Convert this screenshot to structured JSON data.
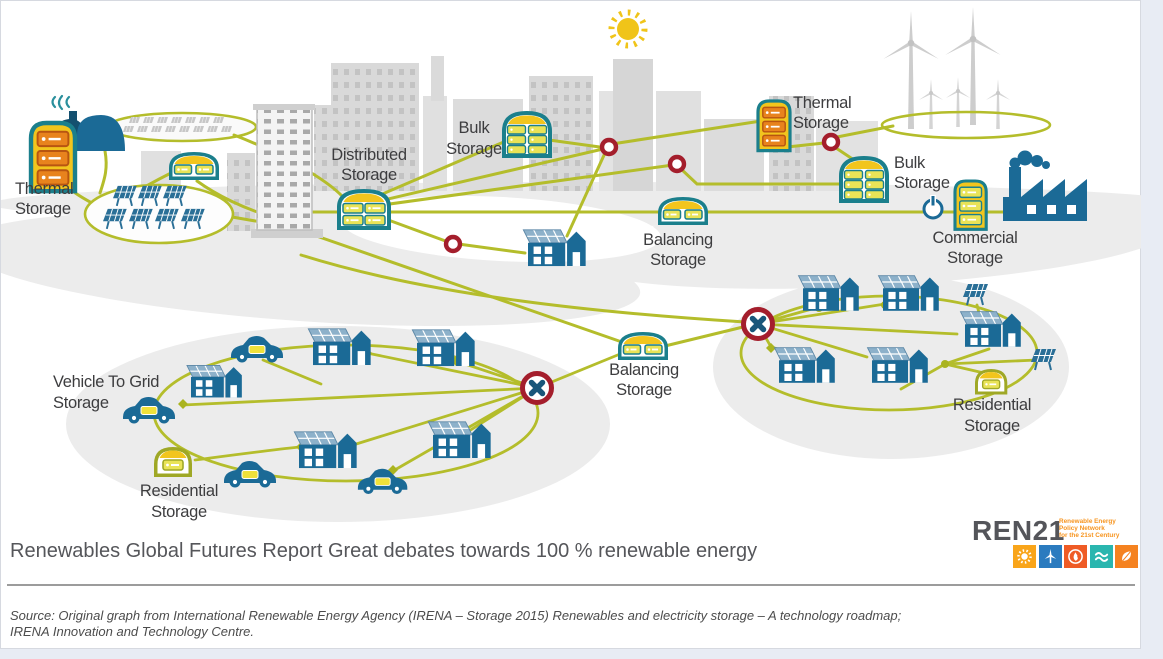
{
  "diagram": {
    "labels": {
      "thermal_left": {
        "l1": "Thermal",
        "l2": "Storage"
      },
      "distributed": {
        "l1": "Distributed",
        "l2": "Storage"
      },
      "bulk_top": {
        "l1": "Bulk",
        "l2": "Storage"
      },
      "thermal_right": {
        "l1": "Thermal",
        "l2": "Storage"
      },
      "bulk_right": {
        "l1": "Bulk",
        "l2": "Storage"
      },
      "commercial": {
        "l1": "Commercial",
        "l2": "Storage"
      },
      "balancing_mid": {
        "l1": "Balancing",
        "l2": "Storage"
      },
      "balancing_low": {
        "l1": "Balancing",
        "l2": "Storage"
      },
      "vehicle_to_grid": {
        "l1": "Vehicle To Grid",
        "l2": "Storage"
      },
      "residential_left": {
        "l1": "Residential",
        "l2": "Storage"
      },
      "residential_right": {
        "l1": "Residential",
        "l2": "Storage"
      }
    },
    "colors": {
      "line_olive": "#b4bd2b",
      "teal": "#1b7f8c",
      "blue": "#1b6a96",
      "yellow": "#f2c51d",
      "cell_yellow": "#e9e357",
      "cell_orange": "#e8831d",
      "node_red": "#a41e2c",
      "skyline_gray": "#d9d9d9"
    }
  },
  "footer": {
    "title": "Renewables Global Futures Report Great debates towards 100 % renewable energy",
    "source_line1": "Source: Original graph from International Renewable Energy Agency (IRENA – Storage 2015) Renewables and electricity storage – A technology roadmap;",
    "source_line2": "IRENA Innovation and Technology Centre."
  },
  "logo": {
    "name": "REN21",
    "tagline_l1": "Renewable Energy",
    "tagline_l2": "Policy Network",
    "tagline_l3": "for the 21st Century",
    "square_colors": {
      "sun": "#f9a51a",
      "wind": "#2b7bbf",
      "flame": "#ef5b25",
      "waves": "#2ab6af",
      "leaf": "#f58220"
    }
  }
}
